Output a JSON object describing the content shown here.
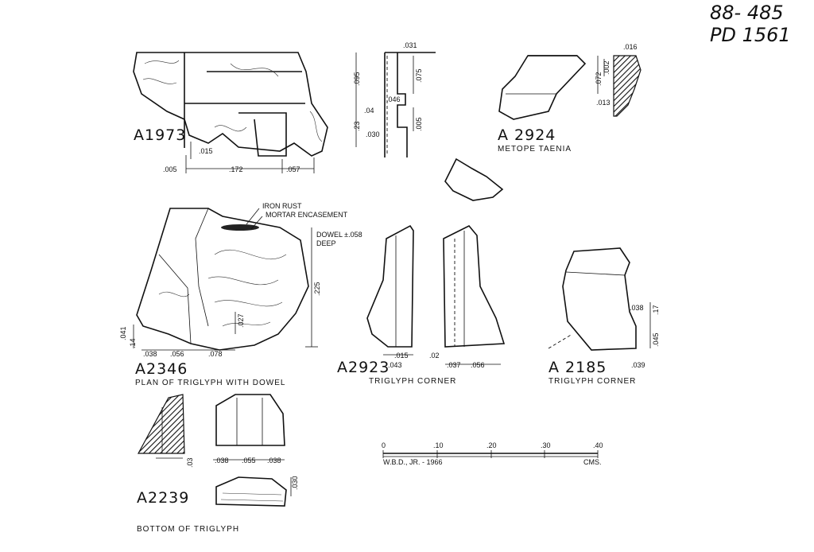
{
  "catalog": {
    "line1": "88- 485",
    "line2": "PD 1561"
  },
  "fragments": {
    "a1973": {
      "label": "A1973",
      "dims": [
        ".031",
        ".095",
        ".075",
        ".046",
        ".04",
        ".23",
        ".005",
        ".030",
        ".015",
        ".005",
        ".172",
        ".057"
      ]
    },
    "a2924": {
      "label": "A 2924",
      "caption": "METOPE TAENIA",
      "dims": [
        ".016",
        ".072",
        ".002",
        ".013"
      ]
    },
    "a2346": {
      "label": "A2346",
      "caption": "PLAN OF TRIGLYPH WITH DOWEL",
      "notes": [
        "IRON RUST",
        "MORTAR ENCASEMENT",
        "DOWEL ±.058",
        "DEEP"
      ],
      "dims": [
        ".041",
        ".14",
        ".038",
        ".056",
        ".078",
        ".027",
        ".225"
      ]
    },
    "a2923": {
      "label": "A2923",
      "caption": "TRIGLYPH CORNER",
      "dims": [
        ".015",
        ".043",
        ".02",
        ".037",
        ".056"
      ]
    },
    "a2185": {
      "label": "A 2185",
      "caption": "TRIGLYPH CORNER",
      "dims": [
        ".038",
        ".17",
        ".045",
        ".039"
      ]
    },
    "a2239": {
      "label": "A2239",
      "caption": "BOTTOM OF TRIGLYPH",
      "dims": [
        ".03",
        ".038",
        ".055",
        ".038",
        ".030"
      ]
    }
  },
  "scale": {
    "ticks": [
      "0",
      ".10",
      ".20",
      ".30",
      ".40"
    ],
    "author": "W.B.D., JR. - 1966",
    "unit": "CMS."
  }
}
